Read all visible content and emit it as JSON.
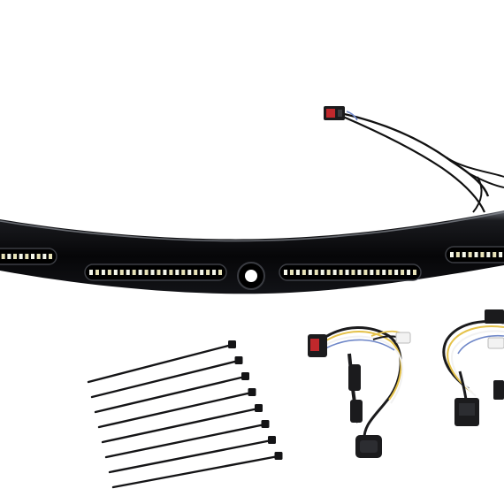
{
  "image": {
    "background": "#ffffff",
    "subject": "product-photo",
    "items": [
      {
        "name": "led-light-bar",
        "led_segments": 4
      },
      {
        "name": "pigtail-connector",
        "connector_color": "#c0282c"
      },
      {
        "name": "cable-ties",
        "count": 8
      },
      {
        "name": "wiring-harness-left"
      },
      {
        "name": "wiring-harness-right"
      }
    ],
    "colors": {
      "bar": "#0a0a0c",
      "bar_highlight": "#5a5e66",
      "led_lit": "#f4f6ea",
      "led_amber": "#e7e2b8",
      "wire_yellow": "#e5c24a",
      "wire_white": "#f2f2f2",
      "wire_blue": "#6f87c8",
      "connector_red": "#c0282c",
      "connector_black": "#1b1b1d"
    }
  }
}
